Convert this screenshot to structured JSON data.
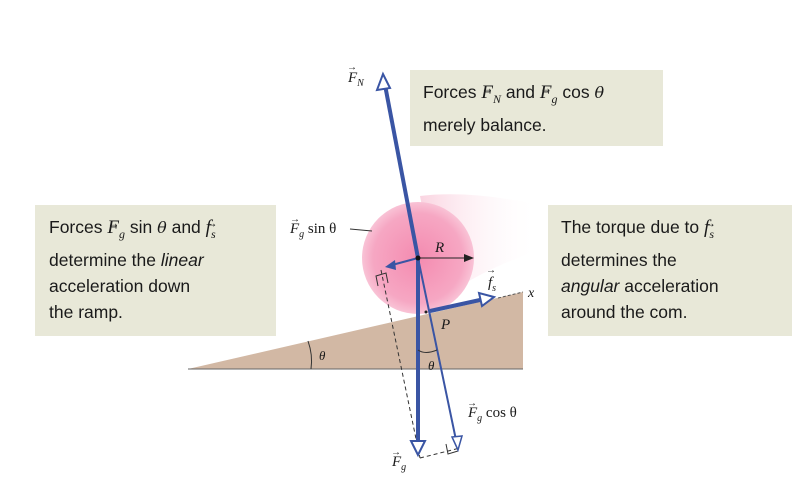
{
  "notes": {
    "top": {
      "line1_prefix": "Forces ",
      "fn_symbol": "F",
      "fn_sub": "N",
      "and": " and ",
      "fg_symbol": "F",
      "fg_sub": "g",
      "cos": " cos ",
      "theta": "θ",
      "line2": "merely balance."
    },
    "left": {
      "line1_prefix": "Forces ",
      "fg_symbol": "F",
      "fg_sub": "g",
      "sin": " sin ",
      "theta": "θ",
      "and": " and ",
      "fs_symbol": "f",
      "fs_sub": "s",
      "line2_prefix": "determine the ",
      "line2_em": "linear",
      "line3": "acceleration down",
      "line4": "the ramp."
    },
    "right": {
      "line1_prefix": "The torque due to ",
      "fs_symbol": "f",
      "fs_sub": "s",
      "line2": "determines the",
      "line3_em": "angular",
      "line3_rest": " acceleration",
      "line4": "around the com."
    }
  },
  "labels": {
    "fn": "F",
    "fn_sub": "N",
    "fg": "F",
    "fg_sub": "g",
    "fg_sin": "F",
    "fg_sin_sub": "g",
    "fg_sin_rest": " sin θ",
    "fg_cos": "F",
    "fg_cos_sub": "g",
    "fg_cos_rest": " cos θ",
    "fs": "f",
    "fs_sub": "s",
    "radius": "R",
    "contact_point": "P",
    "axis": "x",
    "ramp_angle": "θ",
    "force_angle": "θ"
  },
  "colors": {
    "note_bg": "#e8e8d8",
    "ramp": "#d2b8a4",
    "ball": "#f4a0bc",
    "force_arrow": "#3a55a4",
    "text": "#1a1a1a"
  }
}
